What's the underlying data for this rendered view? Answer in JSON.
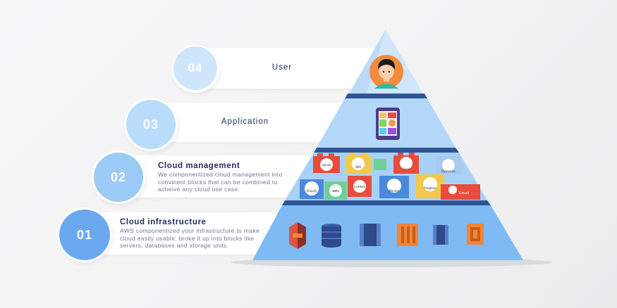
{
  "levels": [
    {
      "number": "04",
      "title": "User",
      "description": ""
    },
    {
      "number": "03",
      "title": "Application",
      "description": ""
    },
    {
      "number": "02",
      "title": "Cloud management",
      "description": "We componentized cloud management into\nconvinent blocks that can be combined to\nacheive any cloud use case."
    },
    {
      "number": "01",
      "title": "Cloud infrastructure",
      "description": "AWS componentized your infrastructure to make\ncloud easily usable, broke it up into blocks like\nservers, databases and storage units."
    }
  ],
  "block_labels": [
    "splunk",
    "SNS",
    "slack",
    "Dynamics",
    "Shopify",
    "aws",
    "Lambda",
    "Monitor",
    "Pingdom",
    "Gmail"
  ],
  "colors": {
    "badge_04": "#cfe5fb",
    "badge_03": "#b9dcfa",
    "badge_02": "#9ccaf6",
    "badge_01": "#6aa9f0",
    "pyramid_light": "#cfe6fb",
    "pyramid_mid": "#a8d1f8",
    "pyramid_dark": "#7fbaf4",
    "separator": "#2f5597",
    "title": "#1f2b5c"
  }
}
